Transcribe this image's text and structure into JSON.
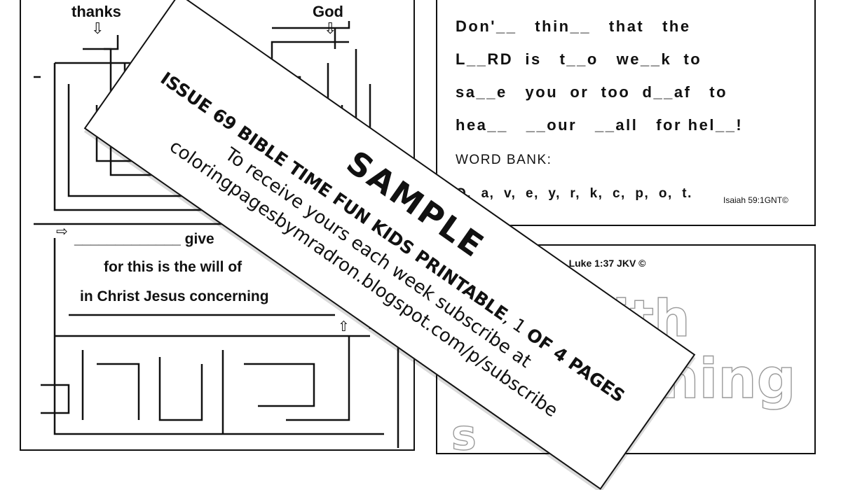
{
  "maze": {
    "top_words": [
      "thanks",
      "God"
    ],
    "verse_lines": [
      "_____________  give",
      "for this is the will of",
      "in Christ Jesus concerning"
    ]
  },
  "fill_in": {
    "lines": [
      "Don'__   thin__   that   the",
      "L__RD  is   t__o   we__k  to",
      "sa__e   you  or  too  d__af   to",
      "hea__   __our   __all   for hel__!"
    ],
    "word_bank_label": "WORD BANK:",
    "word_bank_letters": "O,  a,  v,  e,  y,  r,  k,  c,  p,  o,  t.",
    "reference": "Isaiah 59:1GNT©"
  },
  "color_words": {
    "instruction": "s, color the words. Luke 1:37 JKV ©",
    "words": [
      "ith",
      "hing"
    ]
  },
  "banner": {
    "title": "SAMPLE",
    "line1": {
      "part1": "ISSUE 69 ",
      "part2": "BIBLE TIME FUN KIDS PRINTABLE",
      "part3": ", 1 ",
      "part4": "OF 4 PAGES"
    },
    "line2": "To receive yours each week subscribe at",
    "line3": "coloringpagesbymradron.blogspot.com/p/subscribe"
  }
}
